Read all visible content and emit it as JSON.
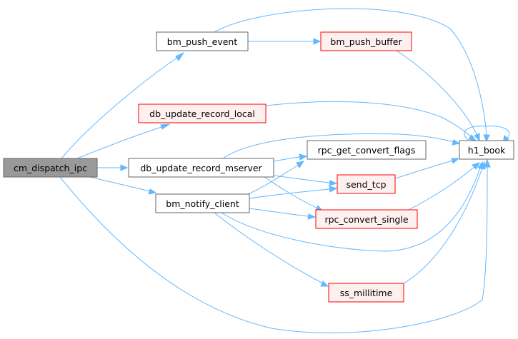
{
  "colors": {
    "edge": "#63b8ff",
    "root_fill": "#999999",
    "root_border": "#666666",
    "plain_fill": "#ffffff",
    "plain_border": "#666666",
    "highlight_fill": "#fff0f0",
    "highlight_border": "#ff0000"
  },
  "nodes": {
    "cm_dispatch_ipc": "cm_dispatch_ipc",
    "bm_push_event": "bm_push_event",
    "bm_push_buffer": "bm_push_buffer",
    "db_update_record_local": "db_update_record_local",
    "db_update_record_mserver": "db_update_record_mserver",
    "bm_notify_client": "bm_notify_client",
    "rpc_get_convert_flags": "rpc_get_convert_flags",
    "send_tcp": "send_tcp",
    "rpc_convert_single": "rpc_convert_single",
    "ss_millitime": "ss_millitime",
    "h1_book": "h1_book"
  },
  "edges": [
    [
      "cm_dispatch_ipc",
      "bm_push_event"
    ],
    [
      "cm_dispatch_ipc",
      "db_update_record_local"
    ],
    [
      "cm_dispatch_ipc",
      "db_update_record_mserver"
    ],
    [
      "cm_dispatch_ipc",
      "bm_notify_client"
    ],
    [
      "cm_dispatch_ipc",
      "h1_book"
    ],
    [
      "bm_push_event",
      "bm_push_buffer"
    ],
    [
      "bm_push_event",
      "h1_book"
    ],
    [
      "bm_push_buffer",
      "h1_book"
    ],
    [
      "db_update_record_local",
      "h1_book"
    ],
    [
      "db_update_record_mserver",
      "h1_book"
    ],
    [
      "db_update_record_mserver",
      "rpc_get_convert_flags"
    ],
    [
      "db_update_record_mserver",
      "send_tcp"
    ],
    [
      "db_update_record_mserver",
      "rpc_convert_single"
    ],
    [
      "bm_notify_client",
      "rpc_get_convert_flags"
    ],
    [
      "bm_notify_client",
      "send_tcp"
    ],
    [
      "bm_notify_client",
      "rpc_convert_single"
    ],
    [
      "bm_notify_client",
      "ss_millitime"
    ],
    [
      "bm_notify_client",
      "h1_book"
    ],
    [
      "send_tcp",
      "h1_book"
    ],
    [
      "rpc_convert_single",
      "h1_book"
    ],
    [
      "ss_millitime",
      "h1_book"
    ],
    [
      "h1_book",
      "h1_book"
    ]
  ]
}
